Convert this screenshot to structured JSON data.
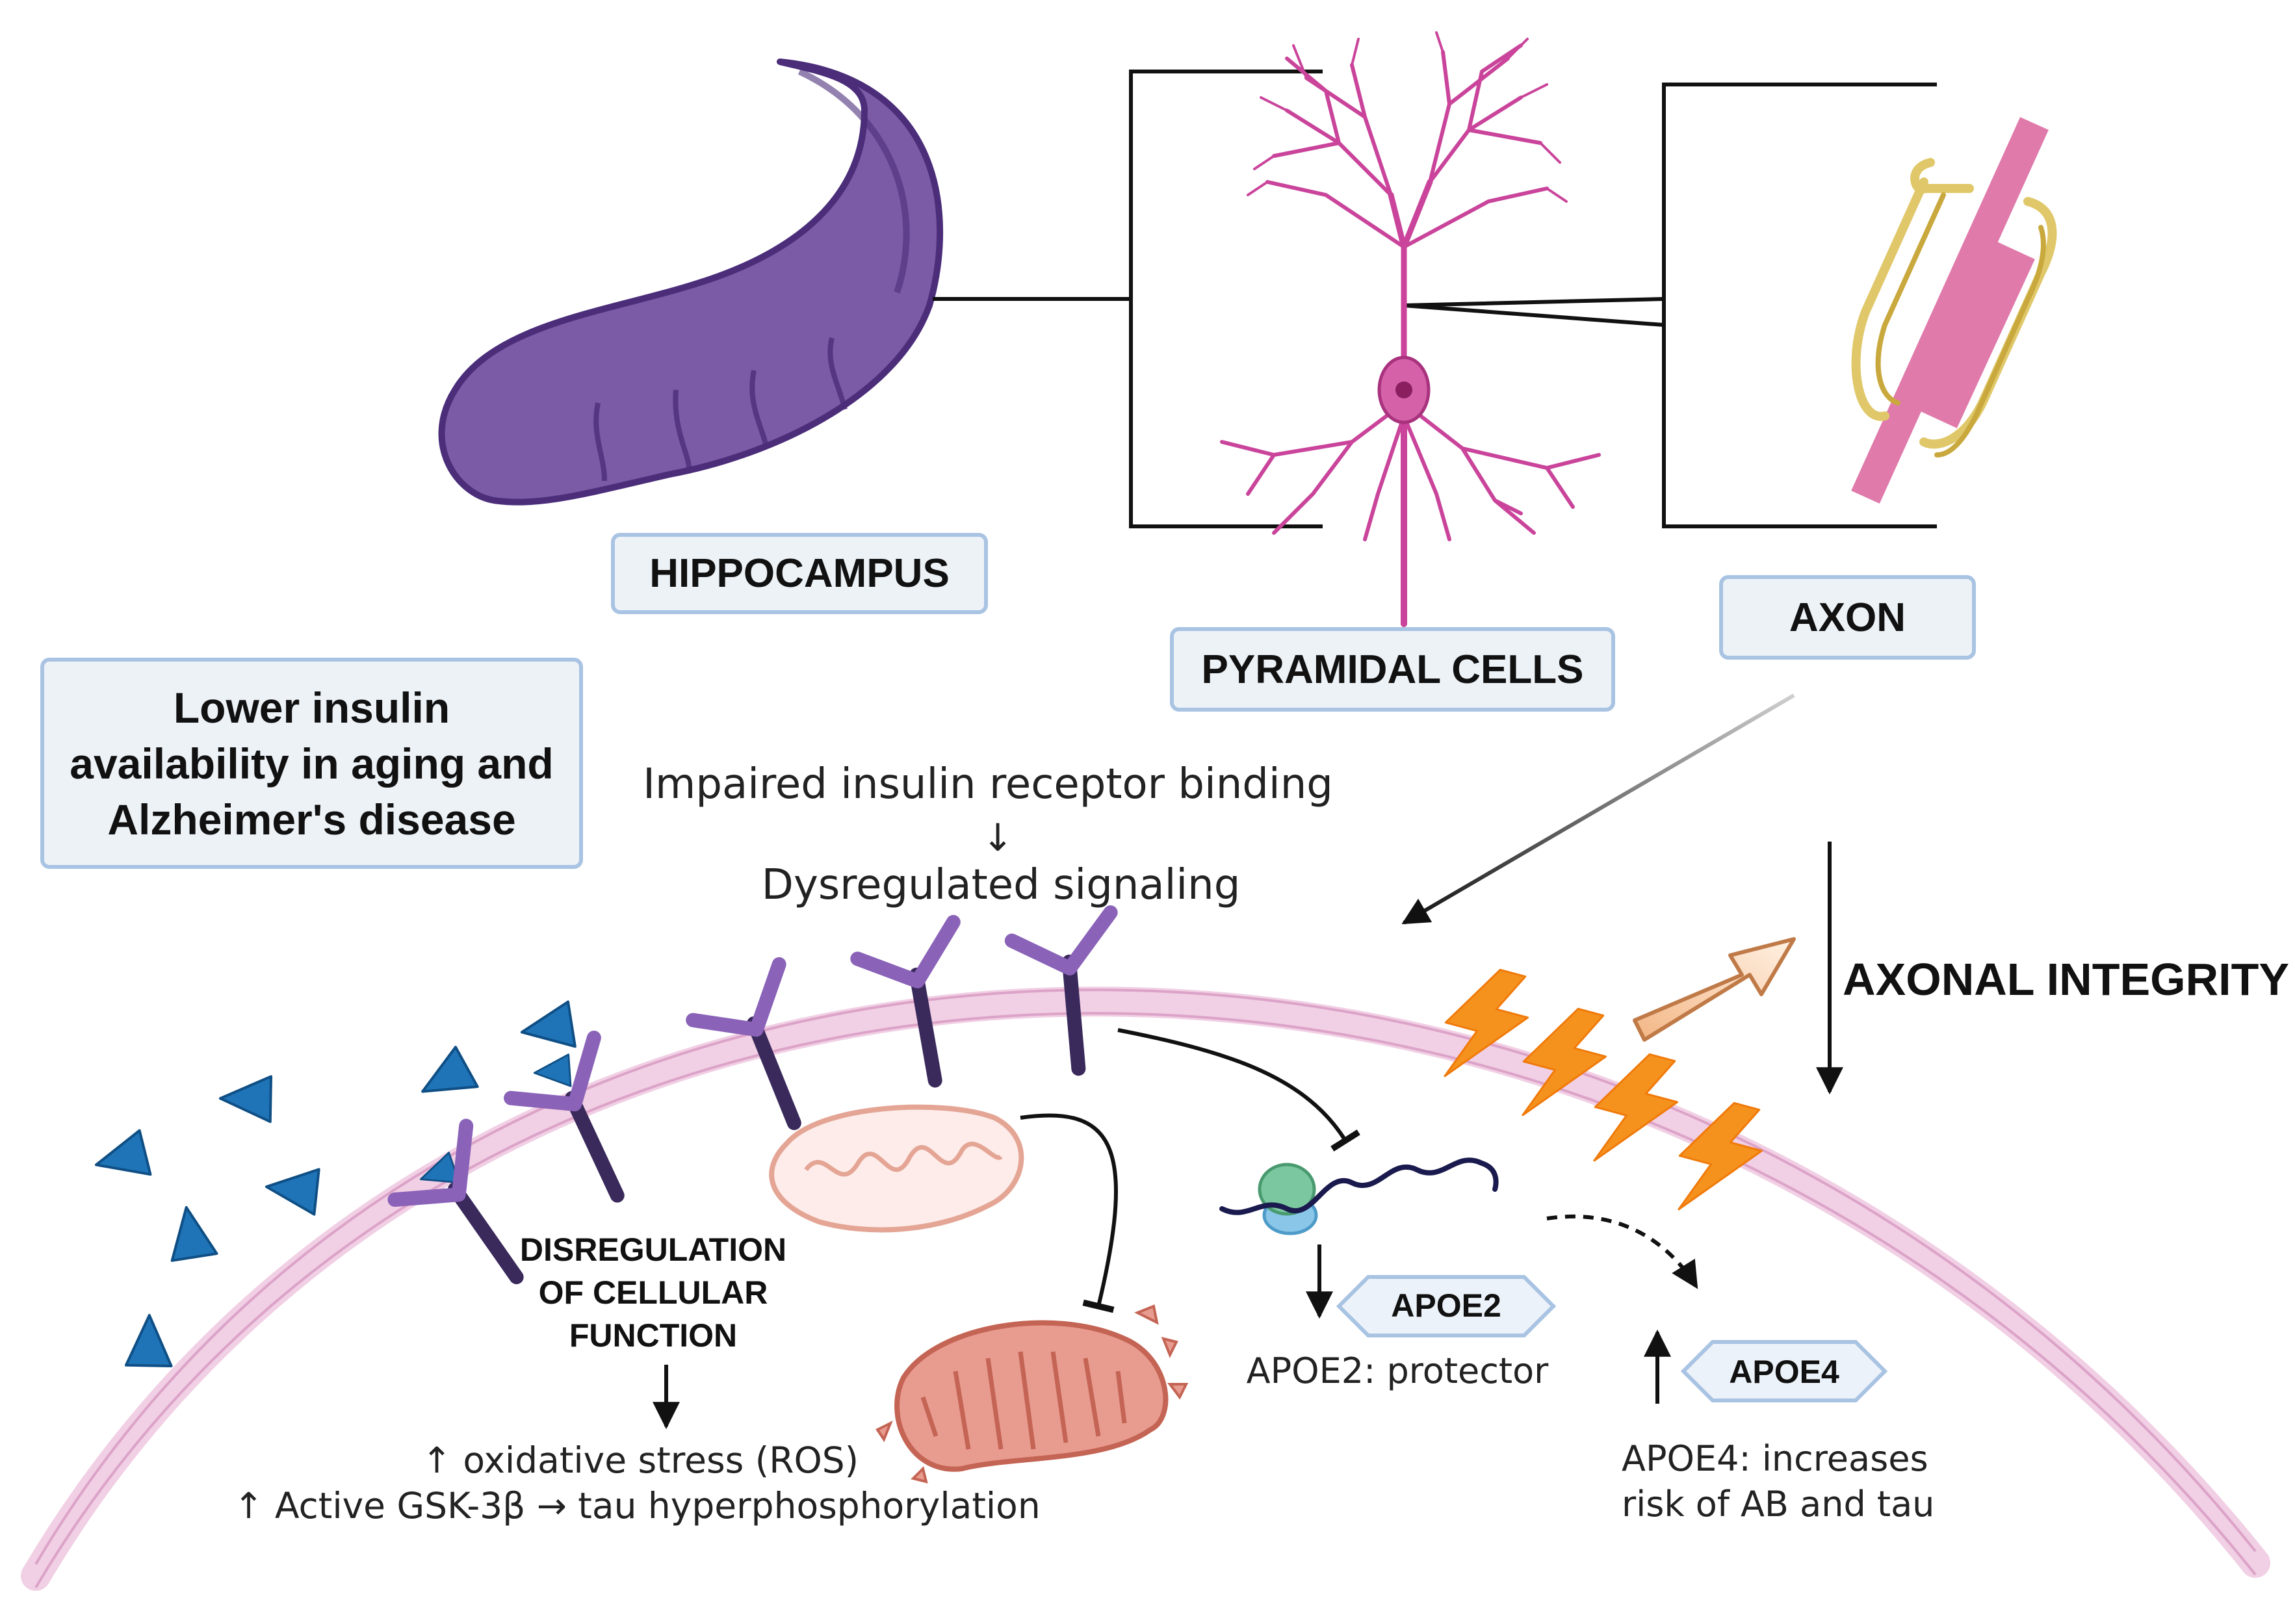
{
  "labels": {
    "hippocampus": "HIPPOCAMPUS",
    "pyramidal_cells": "PYRAMIDAL CELLS",
    "axon": "AXON",
    "insulin_box": [
      "Lower insulin",
      "availability in aging and",
      "Alzheimer's disease"
    ],
    "impaired_binding": "Impaired insulin receptor binding",
    "down_arrow_glyph": "↓",
    "dysregulated": "Dysregulated signaling",
    "axonal_integrity": "AXONAL INTEGRITY",
    "disregulation": [
      "DISREGULATION",
      "OF CELLULAR",
      "FUNCTION"
    ],
    "oxidative_stress": "↑ oxidative stress (ROS)",
    "gsk": "↑ Active GSK-3β → tau hyperphosphorylation",
    "apoe2_hex": "APOE2",
    "apoe2_text": "APOE2: protector",
    "apoe4_hex": "APOE4",
    "apoe4_text": [
      "APOE4: increases",
      "risk of AB and tau"
    ]
  },
  "colors": {
    "hippocampus": "#7b5aa6",
    "neuron": "#c9449a",
    "axon": "#e07aab",
    "myelin": "#e0c86a",
    "membrane": "#f1cfe4",
    "receptor": "#8a62b8",
    "insulin": "#1f74b8",
    "lightning": "#f5921e",
    "box_fill": "#edf2f7",
    "box_border": "#a9c3e3"
  },
  "icons": [
    "hippocampus-icon",
    "pyramidal-neuron-icon",
    "myelinated-axon-icon",
    "insulin-receptor-icon",
    "insulin-molecule-icon",
    "healthy-mitochondrion-icon",
    "damaged-mitochondrion-icon",
    "ribosome-mrna-icon",
    "lightning-icon",
    "block-arrow-icon"
  ]
}
